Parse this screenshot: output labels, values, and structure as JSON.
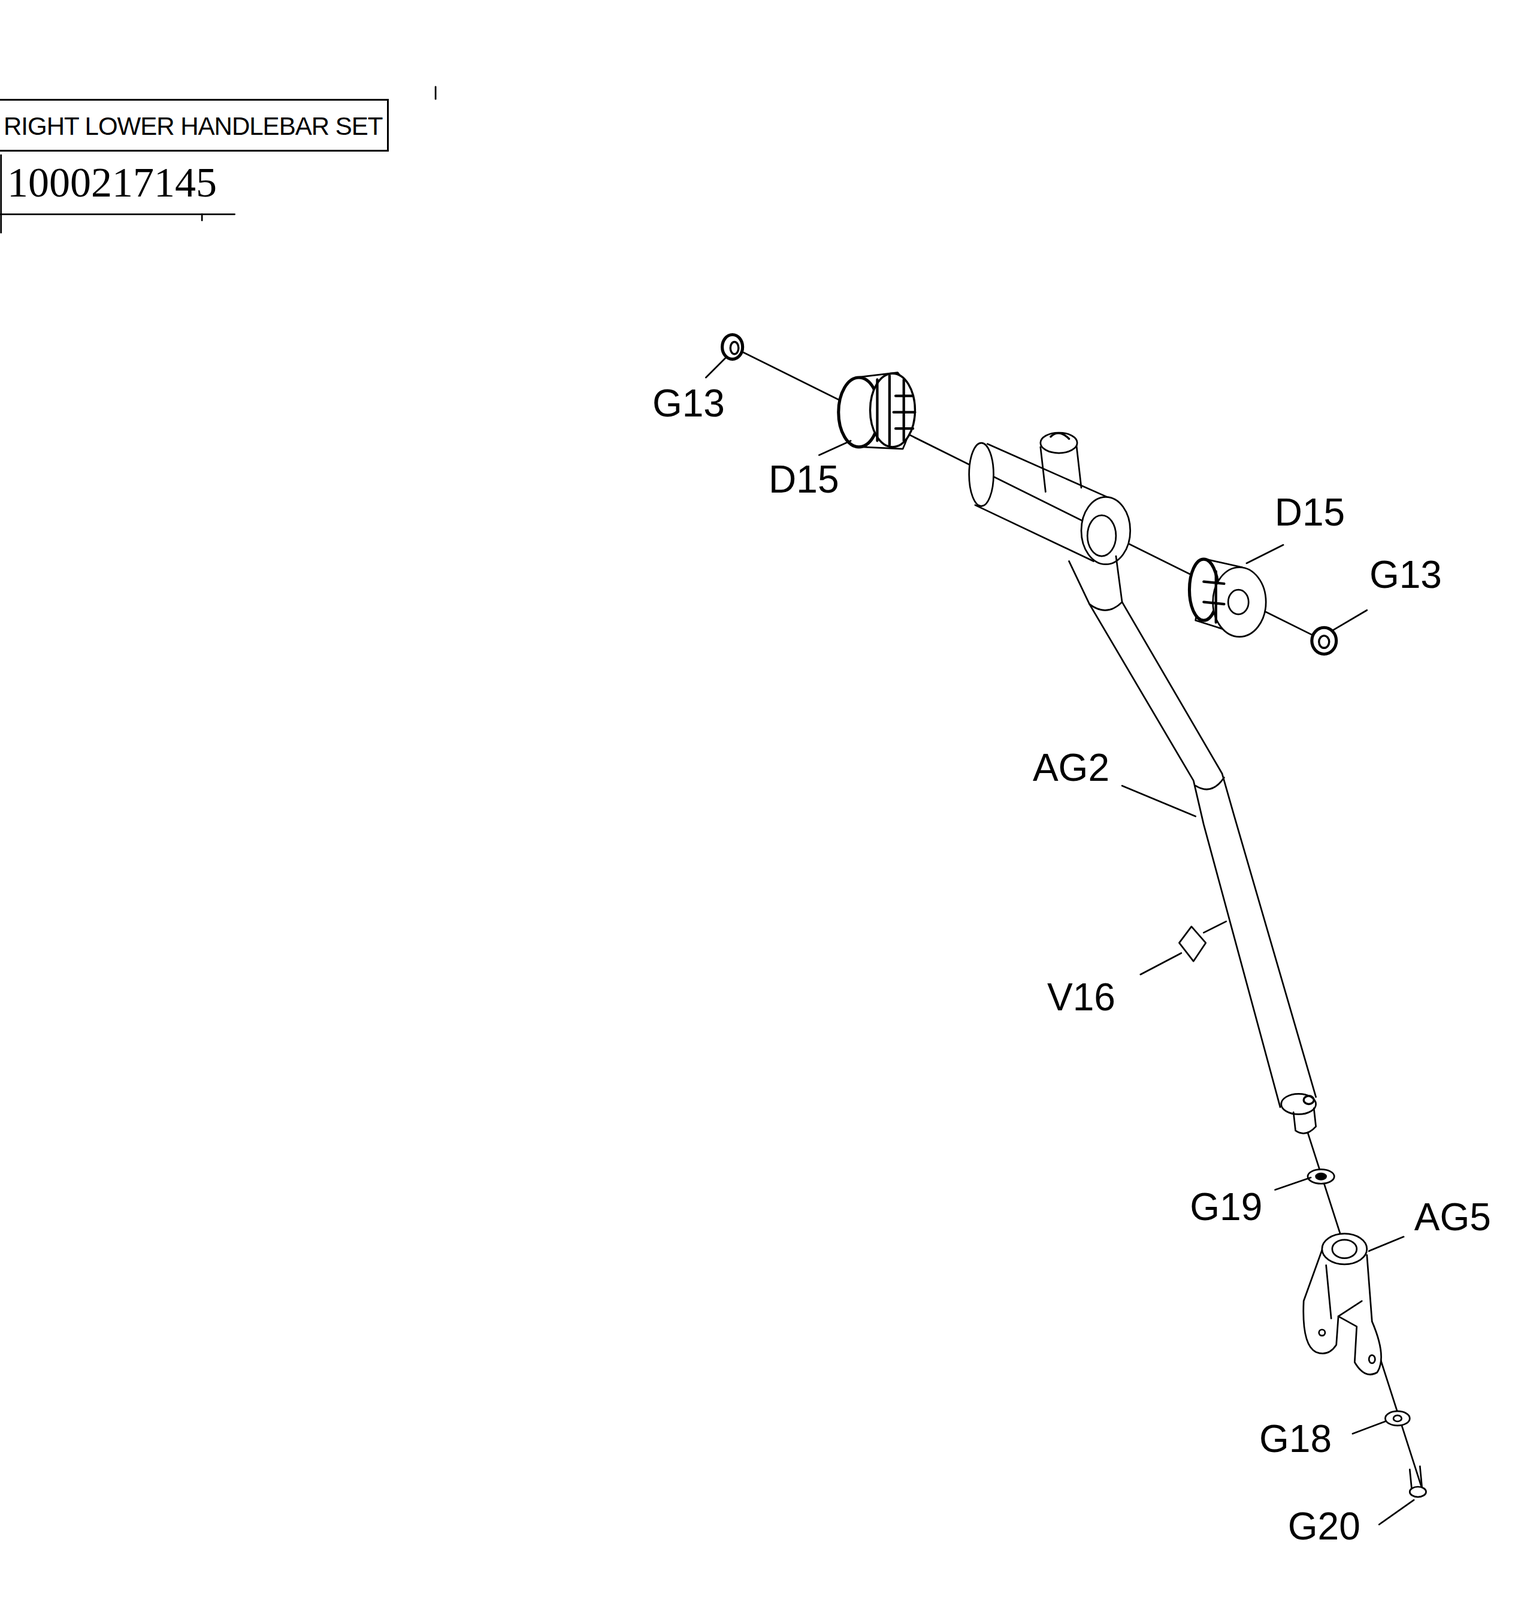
{
  "diagram": {
    "title": "RIGHT LOWER HANDLEBAR SET",
    "labels": [
      "1000217145",
      "G13",
      "D15",
      "D15",
      "G13",
      "AG2",
      "V16",
      "G19",
      "AG5",
      "G18",
      "G20"
    ]
  }
}
